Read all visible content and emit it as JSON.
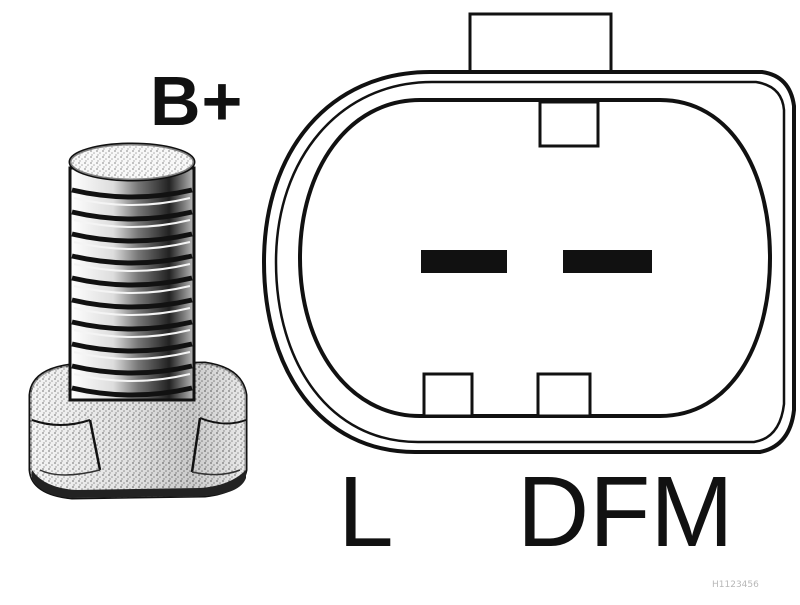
{
  "labels": {
    "b_plus": "B+",
    "l": "L",
    "dfm": "DFM"
  },
  "watermark": "H1123456",
  "colors": {
    "line": "#111111",
    "shading": "#555555",
    "background": "#ffffff"
  },
  "icons": {
    "terminal": "b-plus-stud-icon",
    "plug": "connector-plug-icon"
  }
}
